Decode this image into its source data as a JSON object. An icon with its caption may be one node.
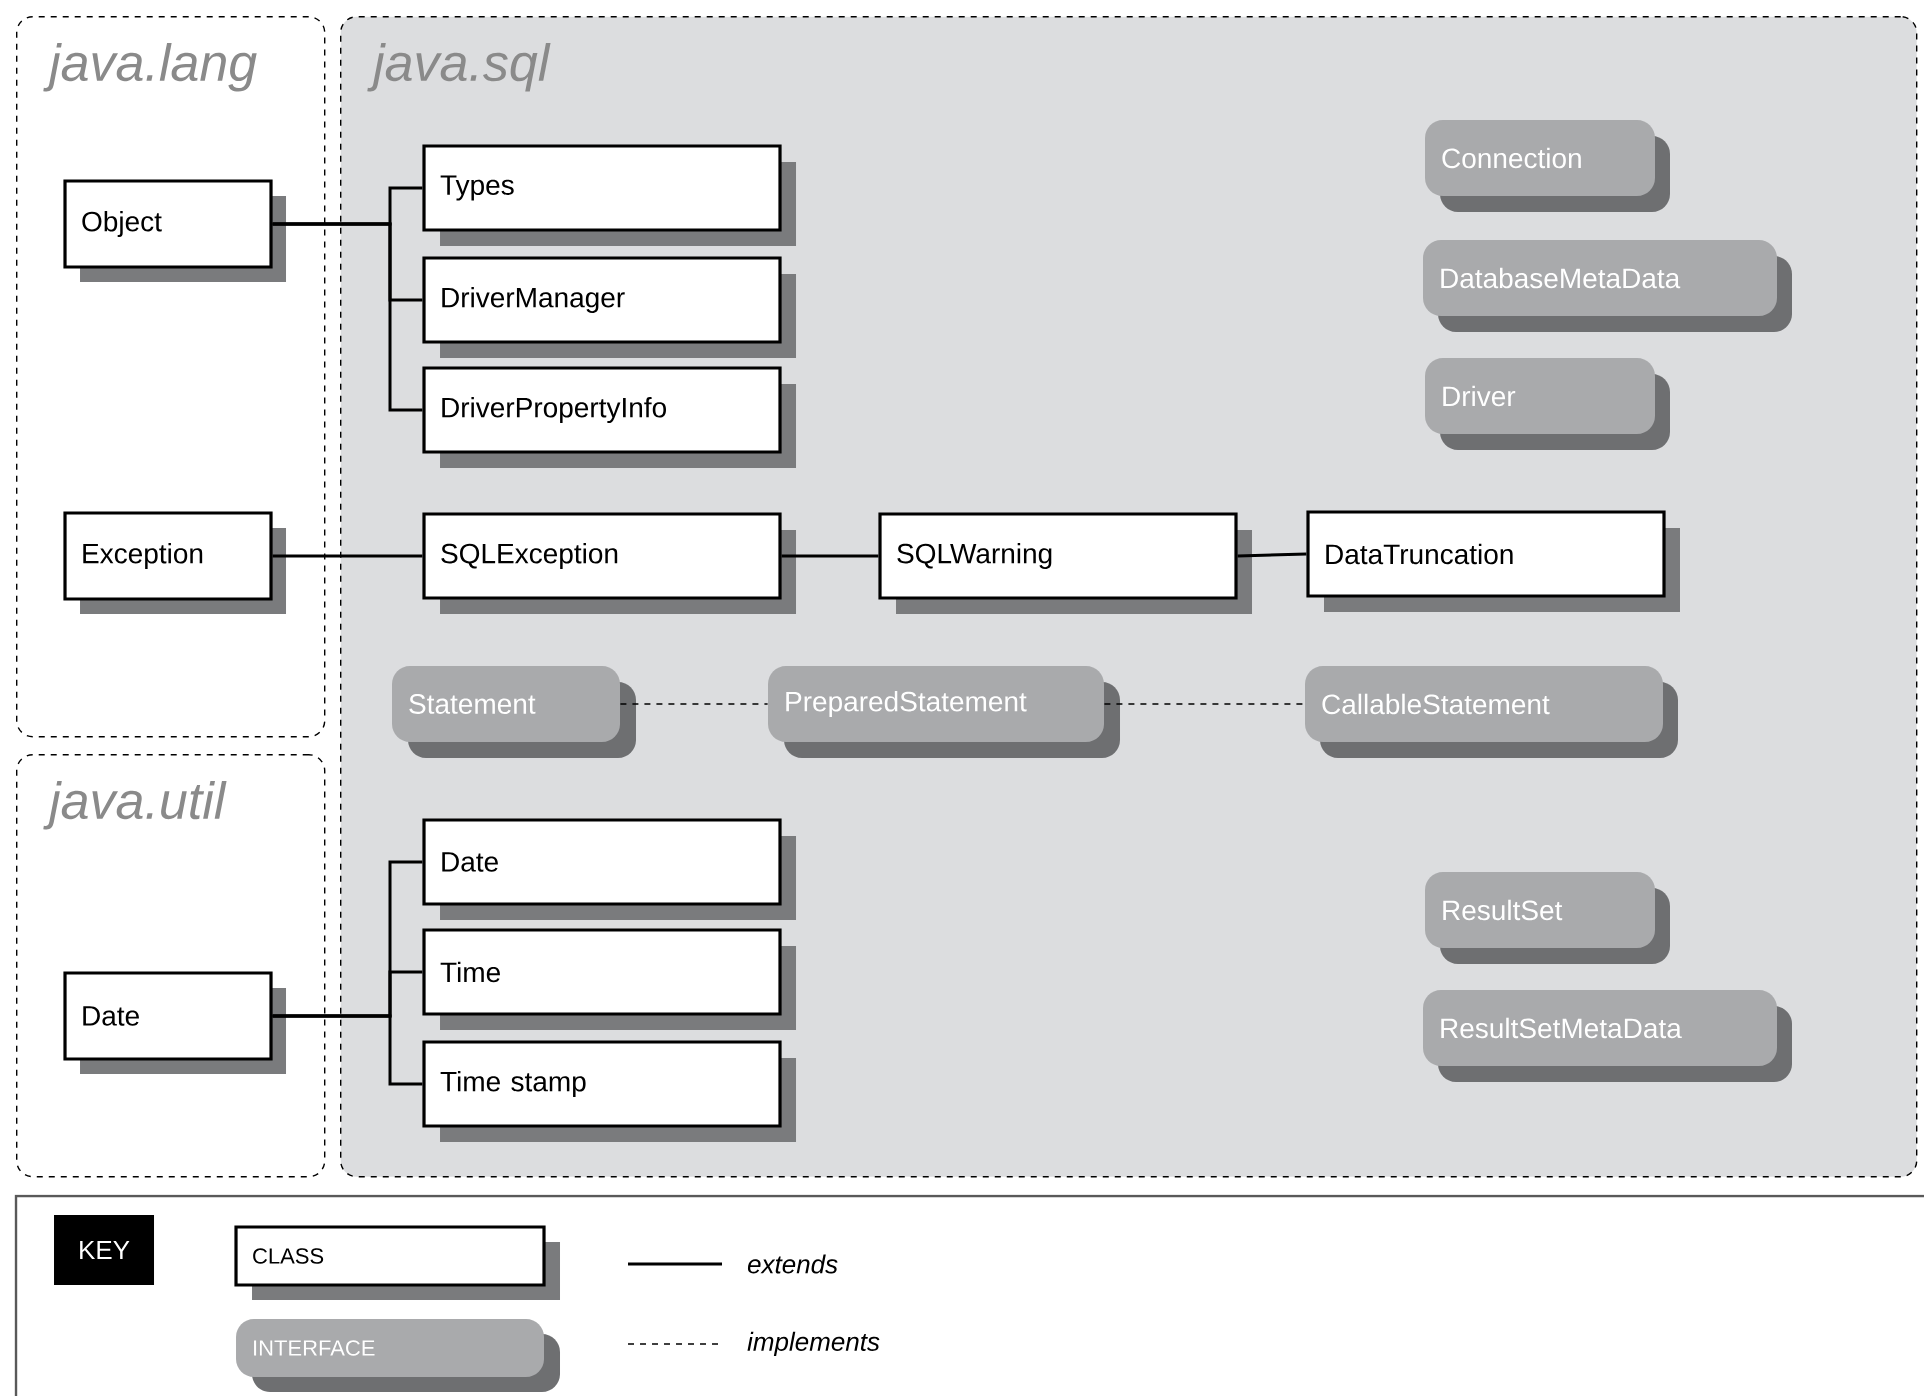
{
  "diagram": {
    "nodes": [
      {
        "text": [
          "java.lang"
        ]
      },
      {
        "text": [
          "Object"
        ],
        "in": 0
      },
      {
        "text": [
          "Exception"
        ],
        "in": 0
      },
      {
        "text": [
          "java.util"
        ]
      },
      {
        "text": [
          "Date"
        ],
        "in": 3
      },
      {
        "text": [
          "java.sql"
        ]
      },
      {
        "text": [
          "Types"
        ],
        "in": 5
      },
      {
        "text": [
          "DriverManager"
        ],
        "in": 5
      },
      {
        "text": [
          "DriverPropertyInfo"
        ],
        "in": 5
      },
      {
        "text": [
          "Connection"
        ],
        "in": 5
      },
      {
        "text": [
          "DatabaseMetaData"
        ],
        "in": 5
      },
      {
        "text": [
          "Driver"
        ],
        "in": 5
      },
      {
        "text": [
          "SQLException"
        ],
        "in": 5
      },
      {
        "text": [
          "SQLWarning"
        ],
        "in": 5
      },
      {
        "text": [
          "DataTruncation"
        ],
        "in": 5
      },
      {
        "text": [
          "Statement"
        ],
        "in": 5
      },
      {
        "text": [
          "PreparedStatement"
        ],
        "in": 5
      },
      {
        "text": [
          "CallableStatement"
        ],
        "in": 5
      },
      {
        "text": [
          "Date"
        ],
        "in": 5
      },
      {
        "text": [
          "Time"
        ],
        "in": 5
      },
      {
        "text": [
          "Time stamp"
        ],
        "in": 5
      },
      {
        "text": [
          "ResultSet"
        ],
        "in": 5
      },
      {
        "text": [
          "ResultSetMetaData"
        ],
        "in": 5
      },
      {
        "text": [
          "CLASS"
        ]
      },
      {
        "text": [
          "INTERFACE"
        ]
      }
    ],
    "edges": [
      {
        "from": 1,
        "to": 6,
        "arrow": "none"
      },
      {
        "from": 1,
        "to": 7,
        "arrow": "none"
      },
      {
        "from": 1,
        "to": 8,
        "arrow": "none"
      },
      {
        "from": 2,
        "to": 12,
        "arrow": "none"
      },
      {
        "from": 12,
        "to": 13,
        "arrow": "none"
      },
      {
        "from": 13,
        "to": 14,
        "arrow": "none"
      },
      {
        "from": 4,
        "to": 18,
        "arrow": "none"
      },
      {
        "from": 4,
        "to": 19,
        "arrow": "none"
      },
      {
        "from": 4,
        "to": 20,
        "arrow": "none"
      },
      {
        "from": 15,
        "to": 16,
        "arrow": "none",
        "style": "dashed"
      },
      {
        "from": 16,
        "to": 17,
        "arrow": "none",
        "style": "dashed"
      }
    ],
    "labels": [
      "KEY"
    ],
    "legend": [
      {
        "text": "extends"
      },
      {
        "text": "implements"
      }
    ]
  }
}
